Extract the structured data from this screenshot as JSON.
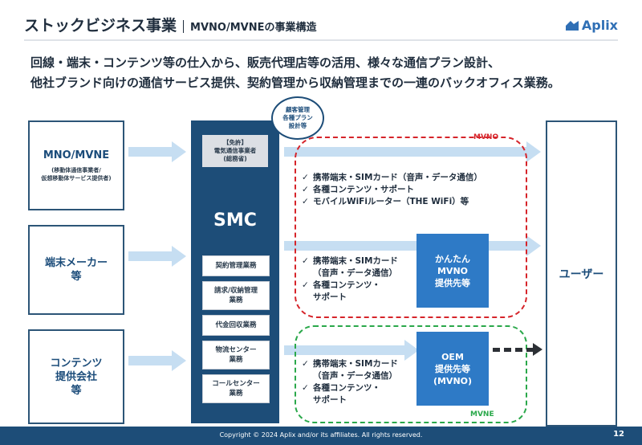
{
  "header": {
    "title": "ストックビジネス事業",
    "subtitle": "MVNO/MVNEの事業構造",
    "logo_text": "Aplix"
  },
  "lead": {
    "line1": "回線・端末・コンテンツ等の仕入から、販売代理店等の活用、様々な通信プラン設計、",
    "line2": "他社ブランド向けの通信サービス提供、契約管理から収納管理までの一連のバックオフィス業務。"
  },
  "sources": {
    "mno": {
      "name": "MNO/MVNE",
      "note": "(移動体通信事業者/\n仮想移動体サービス提供者)"
    },
    "maker": {
      "name": "端末メーカー\n等"
    },
    "content": {
      "name": "コンテンツ\n提供会社\n等"
    }
  },
  "smc": {
    "title": "SMC",
    "license": "【免許】\n電気通信事業者\n(総務省)",
    "tasks": [
      "契約管理業務",
      "請求/収納管理\n業務",
      "代金回収業務",
      "物流センター\n業務",
      "コールセンター\n業務"
    ],
    "callout": "顧客管理\n各種プラン\n設計等"
  },
  "mvno": {
    "label": "MVNO",
    "list1": [
      "携帯端末・SIMカード（音声・データ通信）",
      "各種コンテンツ・サポート",
      "モバイルWiFiルーター（THE WiFi）等"
    ],
    "list2": [
      "携帯端末・SIMカード\n（音声・データ通信）",
      "各種コンテンツ・\nサポート"
    ],
    "partner": "かんたん\nMVNO\n提供先等"
  },
  "mvne": {
    "label": "MVNE",
    "list": [
      "携帯端末・SIMカード\n（音声・データ通信）",
      "各種コンテンツ・\nサポート"
    ],
    "partner": "OEM\n提供先等\n(MVNO)"
  },
  "user": {
    "label": "ユーザー"
  },
  "footer": {
    "copyright": "Copyright © 2024  Aplix and/or its affiliates. All rights reserved.",
    "page": "12"
  },
  "colors": {
    "navy": "#1d4d78",
    "accent_blue": "#2e7ac6",
    "arrow": "#c6def2",
    "mvno_red": "#d6242a",
    "mvne_green": "#2aa84a"
  }
}
